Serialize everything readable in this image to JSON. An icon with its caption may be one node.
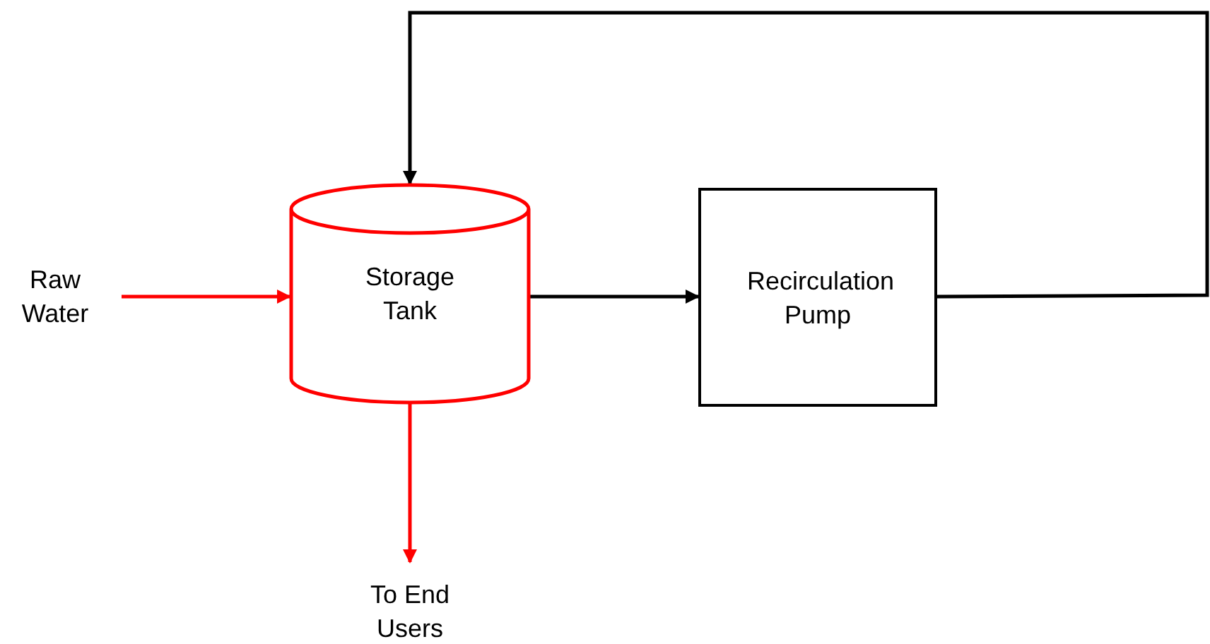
{
  "diagram": {
    "nodes": [
      {
        "text": [
          "Raw Water"
        ]
      },
      {
        "text": [
          "Storage Tank"
        ]
      },
      {
        "text": [
          "Recirculation Pump"
        ]
      },
      {
        "text": [
          "To End Users"
        ]
      }
    ],
    "edges": [
      {
        "from": 0,
        "to": 1,
        "arrow": "to",
        "color": "#ff0000"
      },
      {
        "from": 1,
        "to": 2,
        "arrow": "to",
        "color": "#000000"
      },
      {
        "from": 2,
        "to": 1,
        "arrow": "to",
        "color": "#000000"
      },
      {
        "from": 1,
        "to": 3,
        "arrow": "to",
        "color": "#ff0000"
      }
    ]
  }
}
